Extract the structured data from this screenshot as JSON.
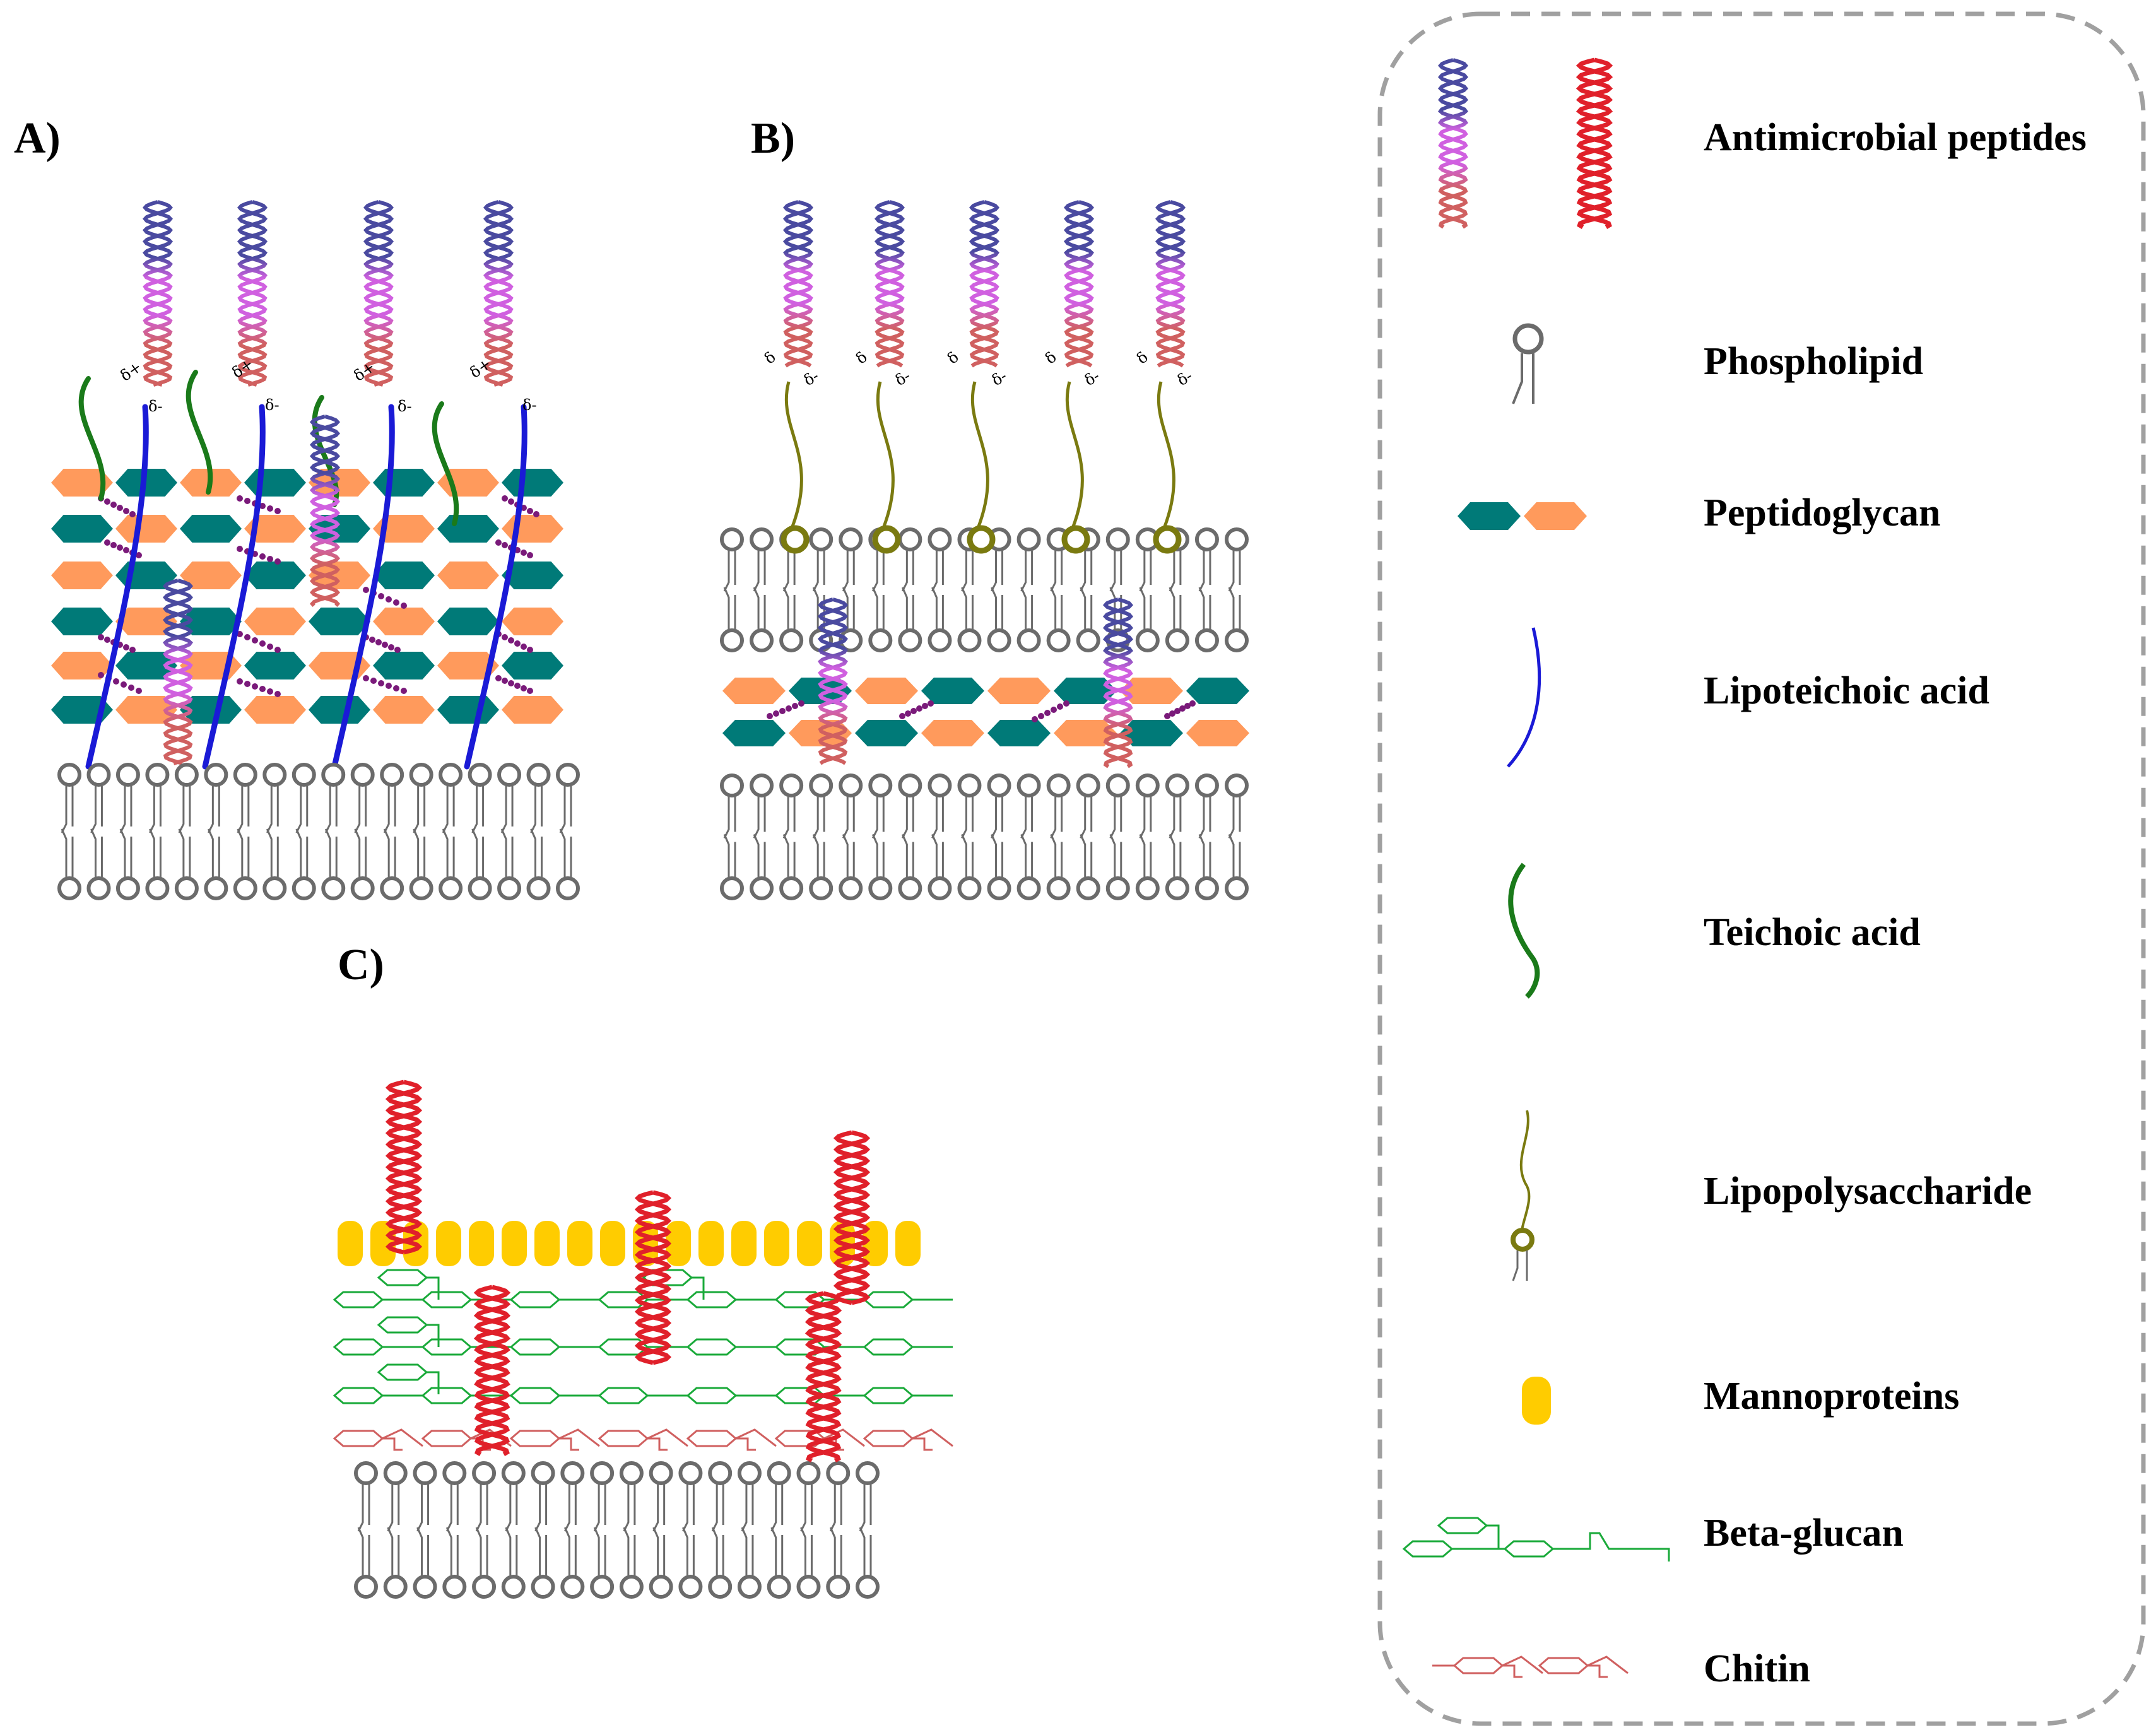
{
  "panels": {
    "a": "A)",
    "b": "B)",
    "c": "C)"
  },
  "delta": {
    "plus": "δ+",
    "minus": "δ-",
    "plain": "δ"
  },
  "legend": {
    "items": [
      {
        "key": "amp",
        "label": "Antimicrobial peptides",
        "icon": "amp-helix-icon"
      },
      {
        "key": "pl",
        "label": "Phospholipid",
        "icon": "phospholipid-icon"
      },
      {
        "key": "pg",
        "label": "Peptidoglycan",
        "icon": "peptidoglycan-icon"
      },
      {
        "key": "lta",
        "label": "Lipoteichoic acid",
        "icon": "lipoteichoic-acid-icon"
      },
      {
        "key": "ta",
        "label": "Teichoic acid",
        "icon": "teichoic-acid-icon"
      },
      {
        "key": "lps",
        "label": "Lipopolysaccharide",
        "icon": "lipopolysaccharide-icon"
      },
      {
        "key": "mp",
        "label": "Mannoproteins",
        "icon": "mannoprotein-icon"
      },
      {
        "key": "bg",
        "label": "Beta-glucan",
        "icon": "beta-glucan-icon"
      },
      {
        "key": "ch",
        "label": "Chitin",
        "icon": "chitin-icon"
      }
    ]
  },
  "colors": {
    "membrane": "#6b6b6b",
    "peptidoglycan_teal": "#007a78",
    "peptidoglycan_orange": "#ff9a5c",
    "lipoteichoic": "#1a1ad6",
    "teichoic": "#1a7a1a",
    "lps": "#7a7a10",
    "crosslink": "#7a1a7a",
    "mannoprotein": "#ffcc00",
    "betaglucan": "#1aaa3a",
    "chitin": "#d06060",
    "amp_red": "#e0202a",
    "amp_blue": "#4a4aa0",
    "amp_pink": "#d060e0"
  }
}
